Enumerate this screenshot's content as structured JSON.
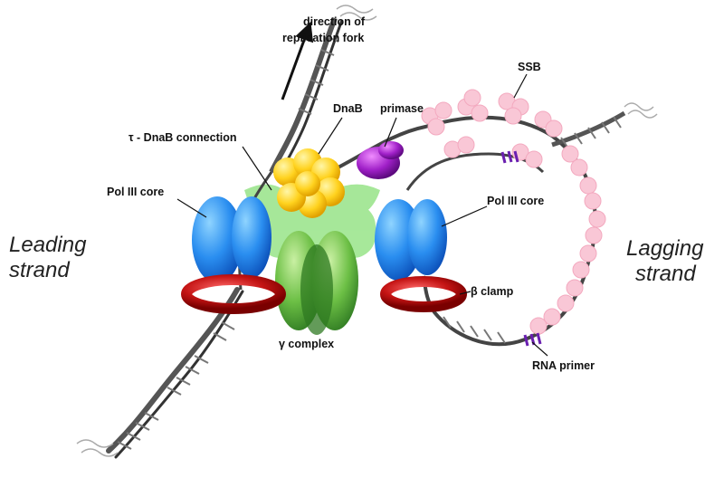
{
  "labels": {
    "direction_line1": "direction of",
    "direction_line2": "replication fork",
    "ssb": "SSB",
    "dnab": "DnaB",
    "primase": "primase",
    "tau_dnab": "τ - DnaB connection",
    "pol3_left": "Pol III core",
    "pol3_right": "Pol III core",
    "beta_clamp": "β clamp",
    "gamma_complex": "γ complex",
    "rna_primer": "RNA primer",
    "leading_line1": "Leading",
    "leading_line2": "strand",
    "lagging_line1": "Lagging",
    "lagging_line2": "strand"
  },
  "colors": {
    "dna": "#555555",
    "polymerase": "#2a8ef0",
    "clamp": "#c41414",
    "helicase": "#ffd21e",
    "primase": "#a020c8",
    "ssb": "#f9c7d6",
    "gamma": "#6cbf45",
    "tau": "#9de58f",
    "rna_primer": "#6a1fb0"
  }
}
